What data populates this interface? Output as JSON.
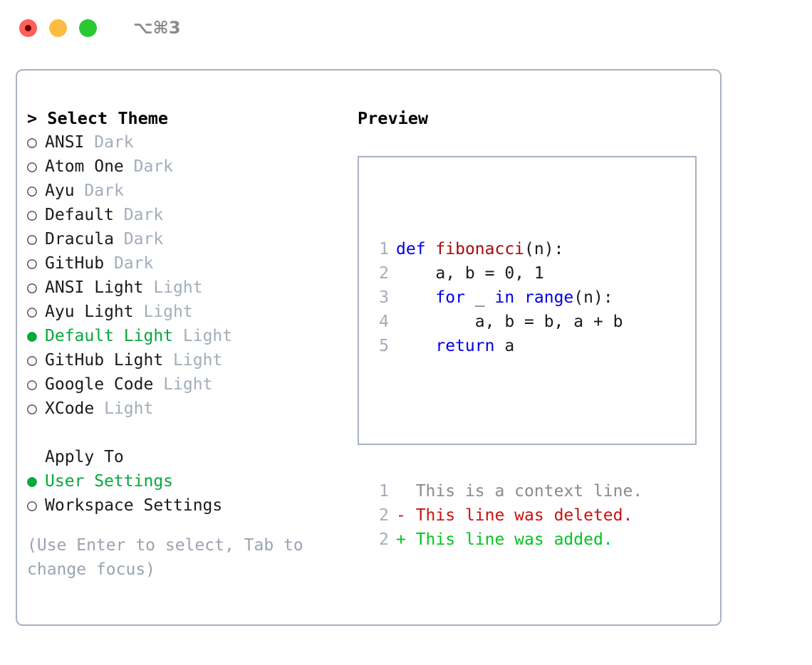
{
  "titlebar": {
    "shortcut": "⌥⌘3",
    "buttons": [
      {
        "name": "close",
        "color": "#fc6058"
      },
      {
        "name": "minimize",
        "color": "#fdbc40"
      },
      {
        "name": "maximize",
        "color": "#2ac833"
      }
    ]
  },
  "theme_panel": {
    "heading": "> Select Theme",
    "marker_selected": "●",
    "marker_unselected": "○",
    "items": [
      {
        "marker": "○",
        "name": "ANSI",
        "tag": "Dark",
        "selected": false
      },
      {
        "marker": "○",
        "name": "Atom One",
        "tag": "Dark",
        "selected": false
      },
      {
        "marker": "○",
        "name": "Ayu",
        "tag": "Dark",
        "selected": false
      },
      {
        "marker": "○",
        "name": "Default",
        "tag": "Dark",
        "selected": false
      },
      {
        "marker": "○",
        "name": "Dracula",
        "tag": "Dark",
        "selected": false
      },
      {
        "marker": "○",
        "name": "GitHub",
        "tag": "Dark",
        "selected": false
      },
      {
        "marker": "○",
        "name": "ANSI Light",
        "tag": "Light",
        "selected": false
      },
      {
        "marker": "○",
        "name": "Ayu Light",
        "tag": "Light",
        "selected": false
      },
      {
        "marker": "●",
        "name": "Default Light",
        "tag": "Light",
        "selected": true
      },
      {
        "marker": "○",
        "name": "GitHub Light",
        "tag": "Light",
        "selected": false
      },
      {
        "marker": "○",
        "name": "Google Code",
        "tag": "Light",
        "selected": false
      },
      {
        "marker": "○",
        "name": "XCode",
        "tag": "Light",
        "selected": false
      }
    ]
  },
  "apply_to": {
    "label": "Apply To",
    "options": [
      {
        "marker": "●",
        "name": "User Settings",
        "selected": true
      },
      {
        "marker": "○",
        "name": "Workspace Settings",
        "selected": false
      }
    ]
  },
  "hint": "(Use Enter to select, Tab to change focus)",
  "preview": {
    "title": "Preview",
    "code_lines": [
      {
        "no": "1",
        "tokens": [
          {
            "t": "def",
            "c": "kw"
          },
          {
            "t": " ",
            "c": "plain"
          },
          {
            "t": "fibonacci",
            "c": "fn"
          },
          {
            "t": "(n):",
            "c": "plain"
          }
        ]
      },
      {
        "no": "2",
        "tokens": [
          {
            "t": "    a, b = ",
            "c": "plain"
          },
          {
            "t": "0",
            "c": "num"
          },
          {
            "t": ", ",
            "c": "plain"
          },
          {
            "t": "1",
            "c": "num"
          }
        ]
      },
      {
        "no": "3",
        "tokens": [
          {
            "t": "    ",
            "c": "plain"
          },
          {
            "t": "for",
            "c": "kw"
          },
          {
            "t": " _ ",
            "c": "plain"
          },
          {
            "t": "in",
            "c": "kw"
          },
          {
            "t": " ",
            "c": "plain"
          },
          {
            "t": "range",
            "c": "kw"
          },
          {
            "t": "(n):",
            "c": "plain"
          }
        ]
      },
      {
        "no": "4",
        "tokens": [
          {
            "t": "        a, b = b, a + b",
            "c": "plain"
          }
        ]
      },
      {
        "no": "5",
        "tokens": [
          {
            "t": "    ",
            "c": "plain"
          },
          {
            "t": "return",
            "c": "kw"
          },
          {
            "t": " a",
            "c": "plain"
          }
        ]
      }
    ],
    "diff_lines": [
      {
        "no": "1",
        "marker": " ",
        "text": " This is a context line.",
        "c": "ctx"
      },
      {
        "no": "2",
        "marker": "-",
        "text": " This line was deleted.",
        "c": "del"
      },
      {
        "no": "2",
        "marker": "+",
        "text": " This line was added.",
        "c": "add"
      }
    ]
  },
  "colors": {
    "accent_green": "#06a83c",
    "diff_add": "#00c520",
    "diff_del": "#cc1111",
    "keyword_blue": "#0000e6",
    "function_red": "#a30c0c",
    "muted_grey": "#a3adba",
    "border": "#a9b2c0"
  }
}
